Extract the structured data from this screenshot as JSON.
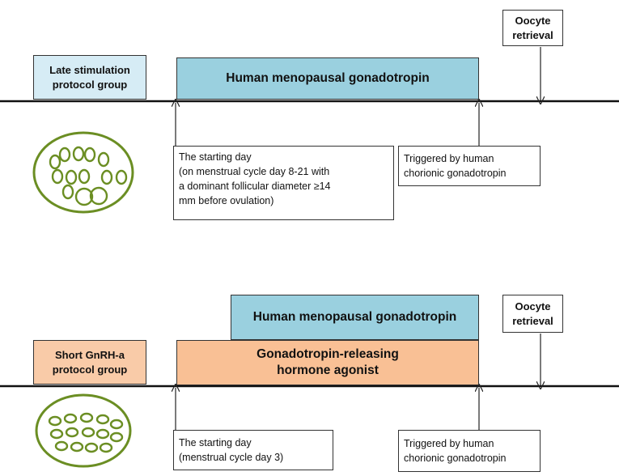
{
  "panel_top": {
    "group_label": "Late stimulation\nprotocol group",
    "bar_label": "Human menopausal gonadotropin",
    "oocyte_label": "Oocyte\nretrieval",
    "start_note": "The starting day\n (on menstrual cycle day 8-21 with\na dominant follicular diameter ≥14\nmm before ovulation)",
    "trigger_note": "Triggered by human\nchorionic gonadotropin"
  },
  "panel_bottom": {
    "group_label": "Short GnRH-a\nprotocol group",
    "hmg_bar_label": "Human menopausal gonadotropin",
    "gnrh_bar_label": "Gonadotropin-releasing\nhormone agonist",
    "oocyte_label": "Oocyte\nretrieval",
    "start_note": "The starting day\n (menstrual cycle day 3)",
    "trigger_note": "Triggered by human\nchorionic gonadotropin"
  },
  "colors": {
    "hmg": "#9ad0df",
    "gnrh": "#f9c095",
    "late_group": "#d6ecf5",
    "short_group": "#f9cba8",
    "ovary": "#6b8e23"
  }
}
